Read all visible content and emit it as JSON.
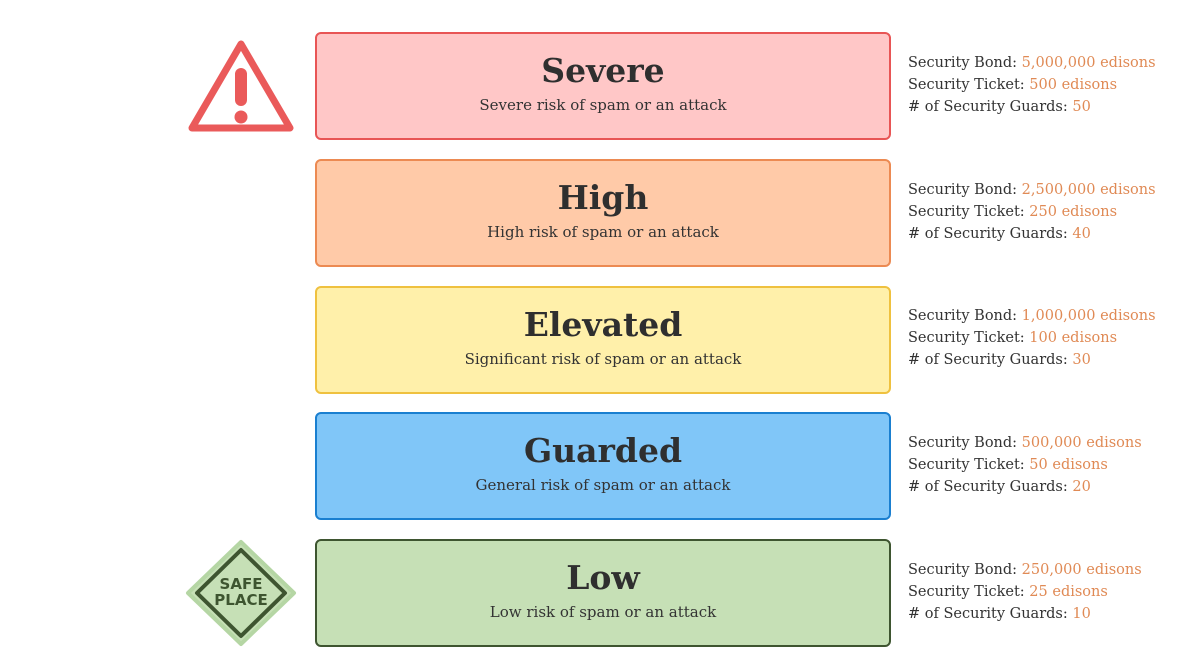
{
  "levels": [
    {
      "name": "Severe",
      "description": "Severe risk of spam or an attack",
      "bg": "#ffc7c7",
      "border": "#e85555",
      "bond_label": "Security Bond:",
      "bond_value": "5,000,000 edisons",
      "ticket_label": "Security Ticket:",
      "ticket_value": "500 edisons",
      "guards_label": "# of Security Guards:",
      "guards_value": "50"
    },
    {
      "name": "High",
      "description": "High risk of spam or an attack",
      "bg": "#ffcaa8",
      "border": "#ec8a52",
      "bond_label": "Security Bond:",
      "bond_value": "2,500,000 edisons",
      "ticket_label": "Security Ticket:",
      "ticket_value": "250 edisons",
      "guards_label": "# of Security Guards:",
      "guards_value": "40"
    },
    {
      "name": "Elevated",
      "description": "Significant risk of spam or an attack",
      "bg": "#fff0aa",
      "border": "#efc13f",
      "bond_label": "Security Bond:",
      "bond_value": "1,000,000 edisons",
      "ticket_label": "Security Ticket:",
      "ticket_value": "100 edisons",
      "guards_label": "# of Security Guards:",
      "guards_value": "30"
    },
    {
      "name": "Guarded",
      "description": "General risk of spam or an attack",
      "bg": "#80c6f8",
      "border": "#1a7fd0",
      "bond_label": "Security Bond:",
      "bond_value": "500,000 edisons",
      "ticket_label": "Security Ticket:",
      "ticket_value": "50 edisons",
      "guards_label": "# of Security Guards:",
      "guards_value": "20"
    },
    {
      "name": "Low",
      "description": "Low risk of spam or an attack",
      "bg": "#c6e0b6",
      "border": "#3e5530",
      "bond_label": "Security Bond:",
      "bond_value": "250,000 edisons",
      "ticket_label": "Security Ticket:",
      "ticket_value": "25 edisons",
      "guards_label": "# of Security Guards:",
      "guards_value": "10"
    }
  ],
  "icons": {
    "warning": "warning-triangle-icon",
    "safe_sign": {
      "icon": "safe-place-sign-icon",
      "line1": "SAFE",
      "line2": "PLACE"
    }
  },
  "colors": {
    "value_accent": "#e08a55",
    "text": "#333333"
  }
}
